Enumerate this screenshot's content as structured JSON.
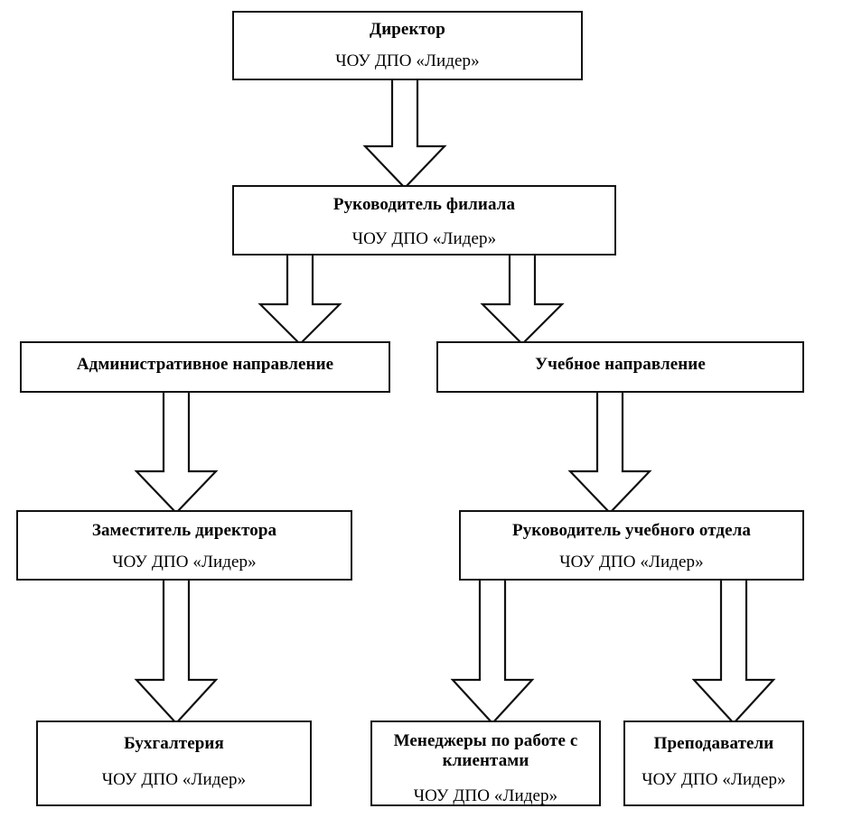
{
  "diagram": {
    "type": "organizational-chart",
    "orientation": "top-down",
    "organization": "ЧОУ ДПО «Лидер»",
    "background_color": "#ffffff",
    "line_color": "#111111",
    "text_color": "#000000",
    "nodes": [
      {
        "id": "director",
        "level": 1,
        "title": "Директор",
        "subtitle": "ЧОУ ДПО «Лидер»"
      },
      {
        "id": "branch-head",
        "level": 2,
        "title": "Руководитель филиала",
        "subtitle": "ЧОУ ДПО «Лидер»"
      },
      {
        "id": "administrative-direction",
        "level": 3,
        "title": "Административное направление",
        "subtitle": ""
      },
      {
        "id": "educational-direction",
        "level": 3,
        "title": "Учебное направление",
        "subtitle": ""
      },
      {
        "id": "deputy-director",
        "level": 4,
        "title": "Заместитель директора",
        "subtitle": "ЧОУ ДПО «Лидер»"
      },
      {
        "id": "head-of-study-department",
        "level": 4,
        "title": "Руководитель учебного отдела",
        "subtitle": "ЧОУ ДПО «Лидер»"
      },
      {
        "id": "accounting",
        "level": 5,
        "title": "Бухгалтерия",
        "subtitle": "ЧОУ ДПО «Лидер»"
      },
      {
        "id": "client-managers",
        "level": 5,
        "title": "Менеджеры по работе с\nклиентами",
        "subtitle": "ЧОУ ДПО «Лидер»"
      },
      {
        "id": "teachers",
        "level": 5,
        "title": "Преподаватели",
        "subtitle": "ЧОУ ДПО «Лидер»"
      }
    ],
    "connectors": [
      {
        "id": "director-to-branch-head",
        "from": "director",
        "to": "branch-head"
      },
      {
        "id": "branch-head-to-administrative",
        "from": "branch-head",
        "to": "administrative-direction"
      },
      {
        "id": "branch-head-to-educational",
        "from": "branch-head",
        "to": "educational-direction"
      },
      {
        "id": "administrative-to-deputy",
        "from": "administrative-direction",
        "to": "deputy-director"
      },
      {
        "id": "educational-to-study-head",
        "from": "educational-direction",
        "to": "head-of-study-department"
      },
      {
        "id": "deputy-to-accounting",
        "from": "deputy-director",
        "to": "accounting"
      },
      {
        "id": "study-head-to-managers",
        "from": "head-of-study-department",
        "to": "client-managers"
      },
      {
        "id": "study-head-to-teachers",
        "from": "head-of-study-department",
        "to": "teachers"
      }
    ]
  }
}
